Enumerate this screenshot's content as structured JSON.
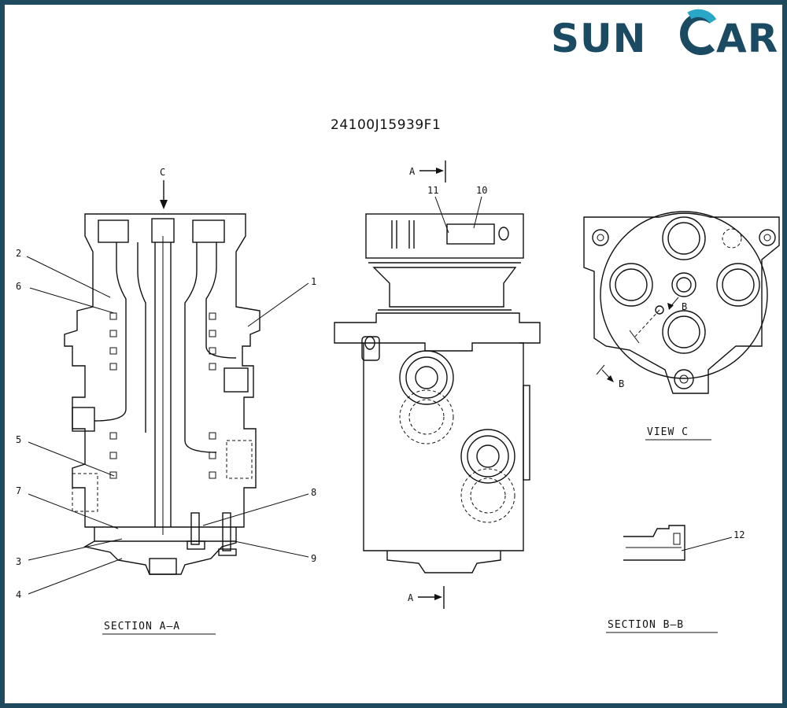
{
  "brand": {
    "logo_text_left": "SUN",
    "logo_text_right": "AR",
    "primary_color": "#1b4a63",
    "accent_color": "#2aa7c6"
  },
  "drawing": {
    "part_number": "24100J15939F1",
    "section_view_a_label": "SECTION A—A",
    "view_c_label": "VIEW C",
    "section_view_b_label": "SECTION B—B",
    "arrow_c": "C",
    "arrow_a_top": "A",
    "arrow_a_bottom": "A",
    "arrow_b_upper": "B",
    "arrow_b_lower": "B",
    "callouts": {
      "c1": "1",
      "c2": "2",
      "c3": "3",
      "c4": "4",
      "c5": "5",
      "c6": "6",
      "c7": "7",
      "c8": "8",
      "c9": "9",
      "c10": "10",
      "c11": "11",
      "c12": "12"
    }
  }
}
